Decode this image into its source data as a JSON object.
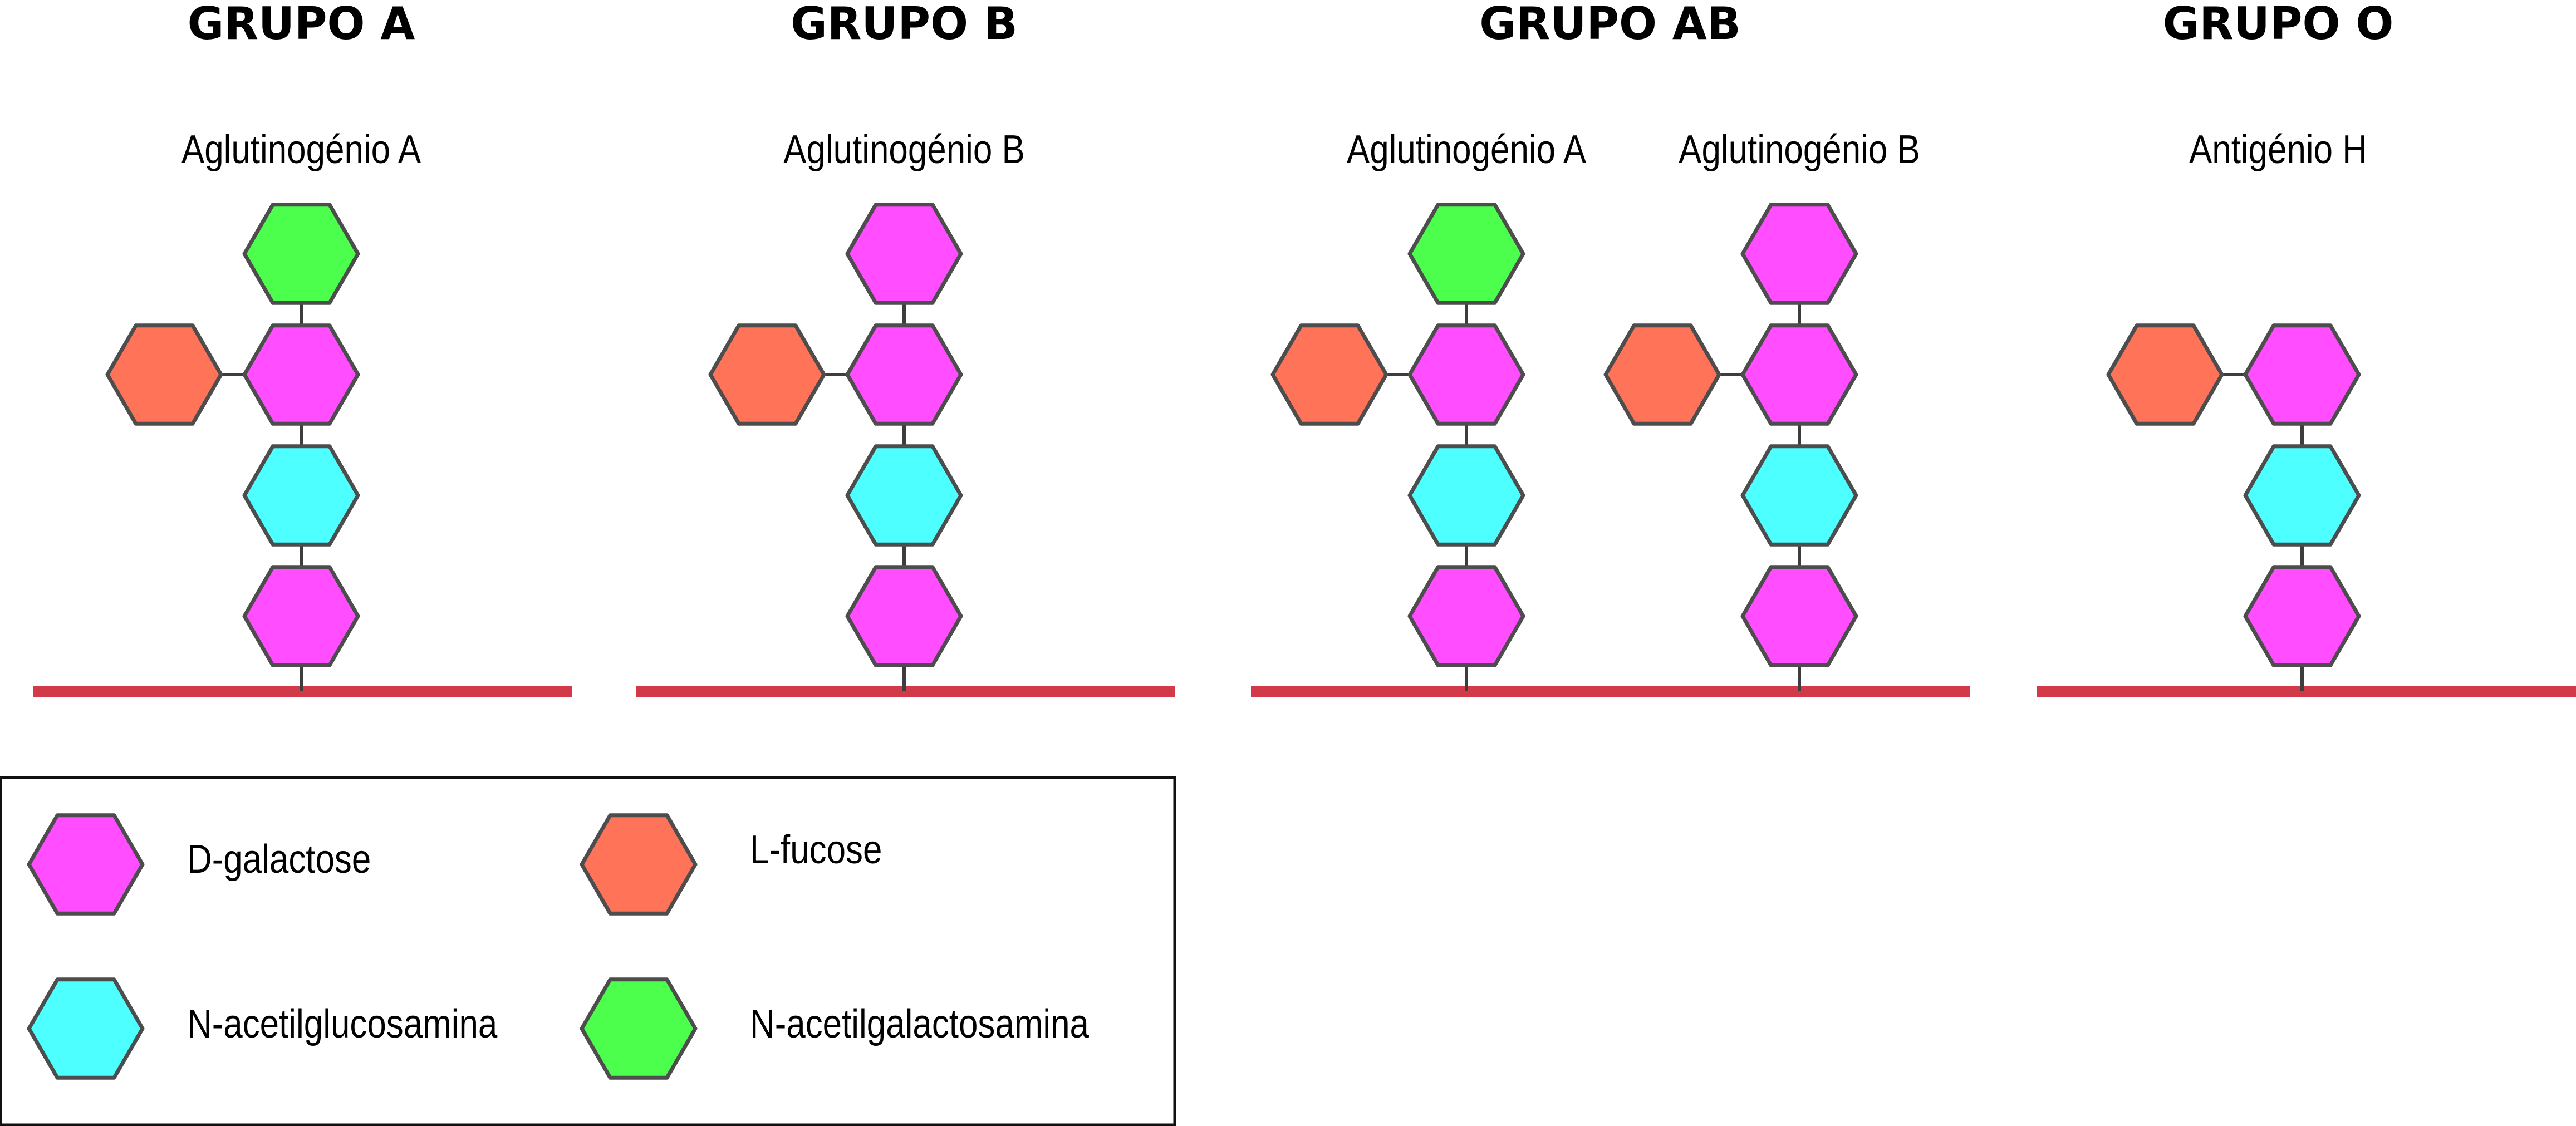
{
  "colors": {
    "d_galactose": "#ff4dff",
    "l_fucose": "#ff7358",
    "n_acetilglucosamina": "#4dffff",
    "n_acetilgalactosamina": "#4dff4d",
    "membrane": "#d23a4a",
    "outline": "#4d4d4d"
  },
  "groups": [
    {
      "title": "GRUPO A",
      "chains": [
        {
          "label": "Aglutinogénio A",
          "top": "n_acetilgalactosamina",
          "side": "l_fucose",
          "stack": [
            "d_galactose",
            "n_acetilglucosamina",
            "d_galactose"
          ]
        }
      ]
    },
    {
      "title": "GRUPO B",
      "chains": [
        {
          "label": "Aglutinogénio B",
          "top": "d_galactose",
          "side": "l_fucose",
          "stack": [
            "d_galactose",
            "n_acetilglucosamina",
            "d_galactose"
          ]
        }
      ]
    },
    {
      "title": "GRUPO AB",
      "chains": [
        {
          "label": "Aglutinogénio A",
          "top": "n_acetilgalactosamina",
          "side": "l_fucose",
          "stack": [
            "d_galactose",
            "n_acetilglucosamina",
            "d_galactose"
          ]
        },
        {
          "label": "Aglutinogénio B",
          "top": "d_galactose",
          "side": "l_fucose",
          "stack": [
            "d_galactose",
            "n_acetilglucosamina",
            "d_galactose"
          ]
        }
      ]
    },
    {
      "title": "GRUPO O",
      "chains": [
        {
          "label": "Antigénio H",
          "top": null,
          "side": "l_fucose",
          "stack": [
            "d_galactose",
            "n_acetilglucosamina",
            "d_galactose"
          ]
        }
      ]
    }
  ],
  "legend": {
    "items": [
      {
        "sugar": "d_galactose",
        "label": "D-galactose"
      },
      {
        "sugar": "l_fucose",
        "label": "L-fucose"
      },
      {
        "sugar": "n_acetilglucosamina",
        "label": "N-acetilglucosamina"
      },
      {
        "sugar": "n_acetilgalactosamina",
        "label": "N-acetilgalactosamina"
      }
    ]
  }
}
